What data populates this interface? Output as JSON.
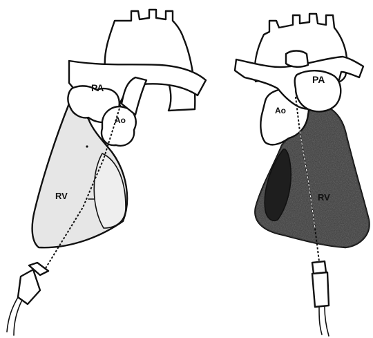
{
  "left_panel": {
    "labels": {
      "pa": "PA",
      "ao": "Ao",
      "rv": "RV"
    }
  },
  "right_panel": {
    "labels": {
      "pa": "PA",
      "ao": "Ao",
      "rv": "RV"
    }
  },
  "colors": {
    "outline": "#111111",
    "rv_left_fill": "#e6e6e6",
    "rv_right_fill": "#3a3a3a",
    "rv_right_dark_face": "#1e1e1e",
    "paper": "#ffffff"
  }
}
